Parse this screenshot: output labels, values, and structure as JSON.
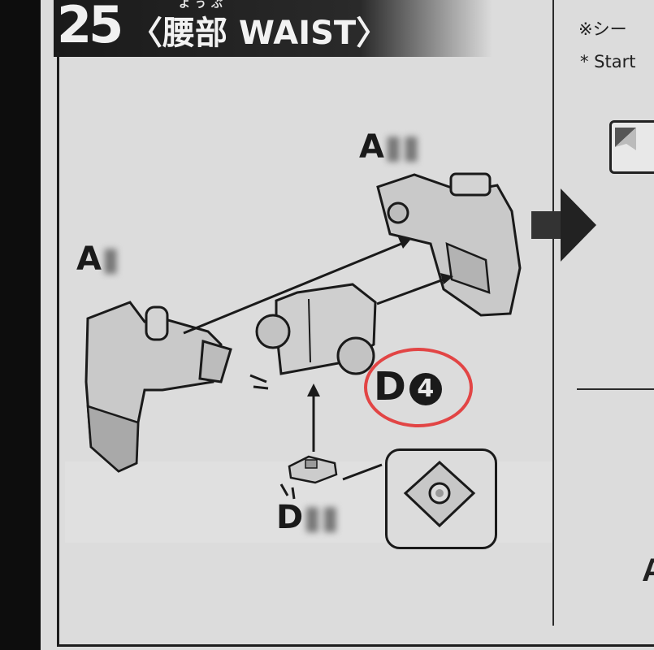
{
  "header": {
    "step_number": "25",
    "ruby": "ようぶ",
    "title": "〈腰部 WAIST〉"
  },
  "right_panel": {
    "note_jp": "※シー",
    "note_en": "* Start",
    "partial_letter": "A"
  },
  "parts": {
    "top_label": "A",
    "left_label": "A",
    "bottom_label": "D",
    "highlight_letter": "D",
    "highlight_number": "4"
  },
  "colors": {
    "page_bg": "#dcdcdc",
    "ink": "#1a1a1a",
    "highlight_ring": "#e24545"
  }
}
